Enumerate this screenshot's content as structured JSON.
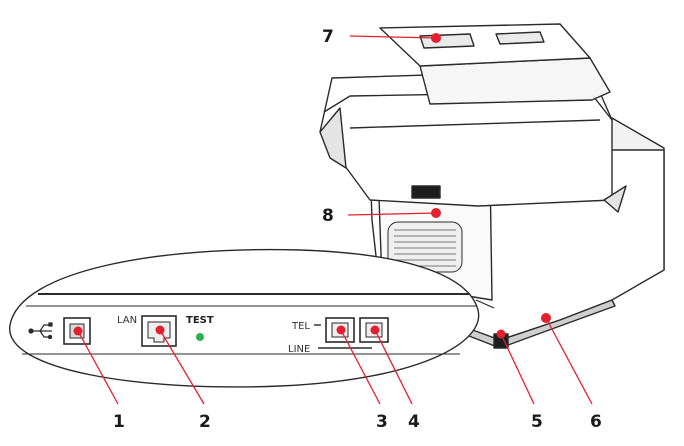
{
  "colors": {
    "outline": "#2a2a2a",
    "body": "#ffffff",
    "shade": "#d9d9d9",
    "marker": "#e3202f",
    "test_led": "#2bb24c"
  },
  "icons": [
    "usb-icon"
  ],
  "panel": {
    "lan": "LAN",
    "test": "TEST",
    "tel": "TEL",
    "line": "LINE"
  },
  "callouts": [
    {
      "id": "1",
      "label": "1"
    },
    {
      "id": "2",
      "label": "2"
    },
    {
      "id": "3",
      "label": "3"
    },
    {
      "id": "4",
      "label": "4"
    },
    {
      "id": "5",
      "label": "5"
    },
    {
      "id": "6",
      "label": "6"
    },
    {
      "id": "7",
      "label": "7"
    },
    {
      "id": "8",
      "label": "8"
    }
  ]
}
